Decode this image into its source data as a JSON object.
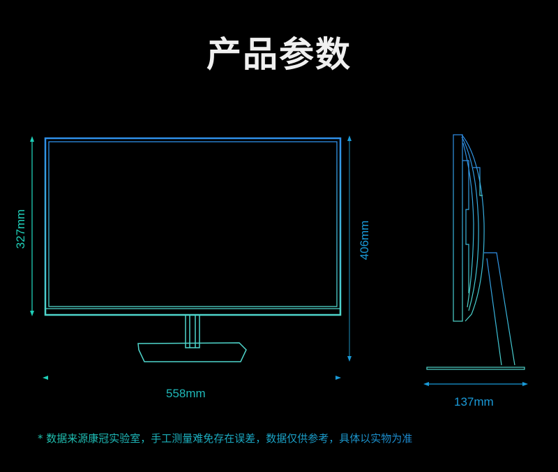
{
  "title": "产品参数",
  "front_view": {
    "height_screen_label": "327mm",
    "height_total_label": "406mm",
    "width_label": "558mm"
  },
  "side_view": {
    "depth_label": "137mm"
  },
  "footnote": "* 数据来源康冠实验室，手工测量难免存在误差，数据仅供参考，具体以实物为准",
  "colors": {
    "background": "#000000",
    "title": "#f0f0f0",
    "line_top": "#2f8fe8",
    "line_bottom": "#4fd6cc",
    "dim_teal": "#1fcfb8",
    "dim_blue": "#1a9ad8"
  }
}
